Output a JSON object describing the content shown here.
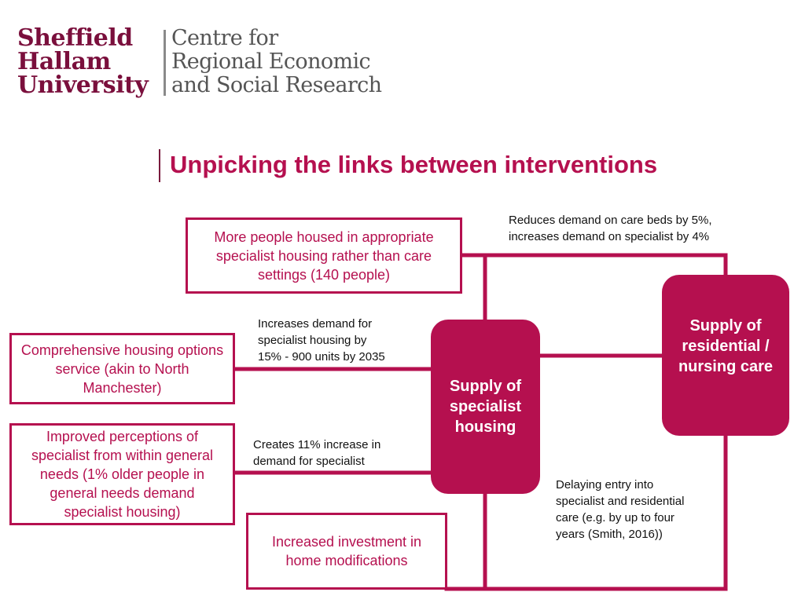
{
  "logo": {
    "university_lines": [
      "Sheffield",
      "Hallam",
      "University"
    ],
    "centre_lines": [
      "Centre for",
      "Regional Economic",
      "and Social Research"
    ]
  },
  "title": "Unpicking the links between interventions",
  "colors": {
    "accent": "#b5104f",
    "logo_maroon": "#7a0f3c",
    "logo_grey": "#555555"
  },
  "boxes": {
    "housed_appropriately": "More people housed in appropriate specialist housing rather than care settings (140 people)",
    "housing_options": "Comprehensive housing options service (akin to North Manchester)",
    "perceptions": "Improved perceptions of specialist from within general needs (1% older people in general needs demand specialist housing)",
    "home_modifications": "Increased investment in home modifications"
  },
  "hubs": {
    "specialist_housing": "Supply of specialist housing",
    "residential_care": "Supply of residential / nursing care"
  },
  "notes": {
    "care_beds": "Reduces demand on care beds by 5%,\nincreases demand on specialist by 4%",
    "demand_2035": "Increases demand for\nspecialist housing by\n15% - 900 units by 2035",
    "increase_11": "Creates 11% increase in\ndemand for specialist",
    "delaying_entry": "Delaying entry into\nspecialist and residential\ncare (e.g. by up to four\nyears (Smith, 2016))"
  }
}
